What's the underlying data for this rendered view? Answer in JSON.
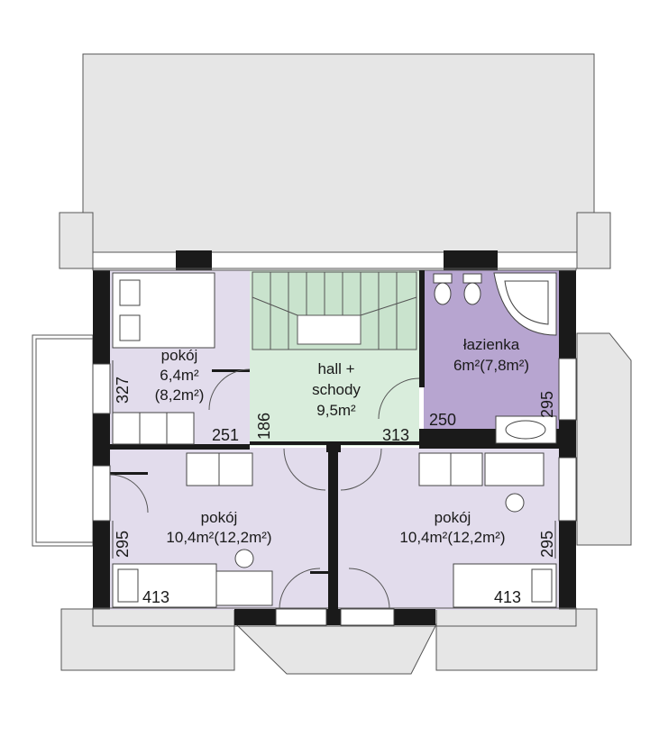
{
  "colors": {
    "room_lavender": "#e2dcec",
    "bathroom": "#b7a5d0",
    "hall": "#d9eddc",
    "roof": "#e6e6e6",
    "wall": "#1a1a1a"
  },
  "rooms": {
    "bedroom_small": {
      "name": "pokój",
      "area": "6,4m²",
      "area_gross": "(8,2m²)"
    },
    "hall": {
      "name": "hall +",
      "name2": "schody",
      "area": "9,5m²"
    },
    "bathroom": {
      "name": "łazienka",
      "area": "6m²(7,8m²)"
    },
    "bedroom_left": {
      "name": "pokój",
      "area": "10,4m²(12,2m²)"
    },
    "bedroom_right": {
      "name": "pokój",
      "area": "10,4m²(12,2m²)"
    }
  },
  "dimensions": {
    "small_room_height": "327",
    "small_room_width": "251",
    "hall_width": "186",
    "hall_right": "313",
    "bath_width": "250",
    "bath_height": "295",
    "left_room_height": "295",
    "left_room_width": "413",
    "right_room_height": "295",
    "right_room_width": "413"
  }
}
